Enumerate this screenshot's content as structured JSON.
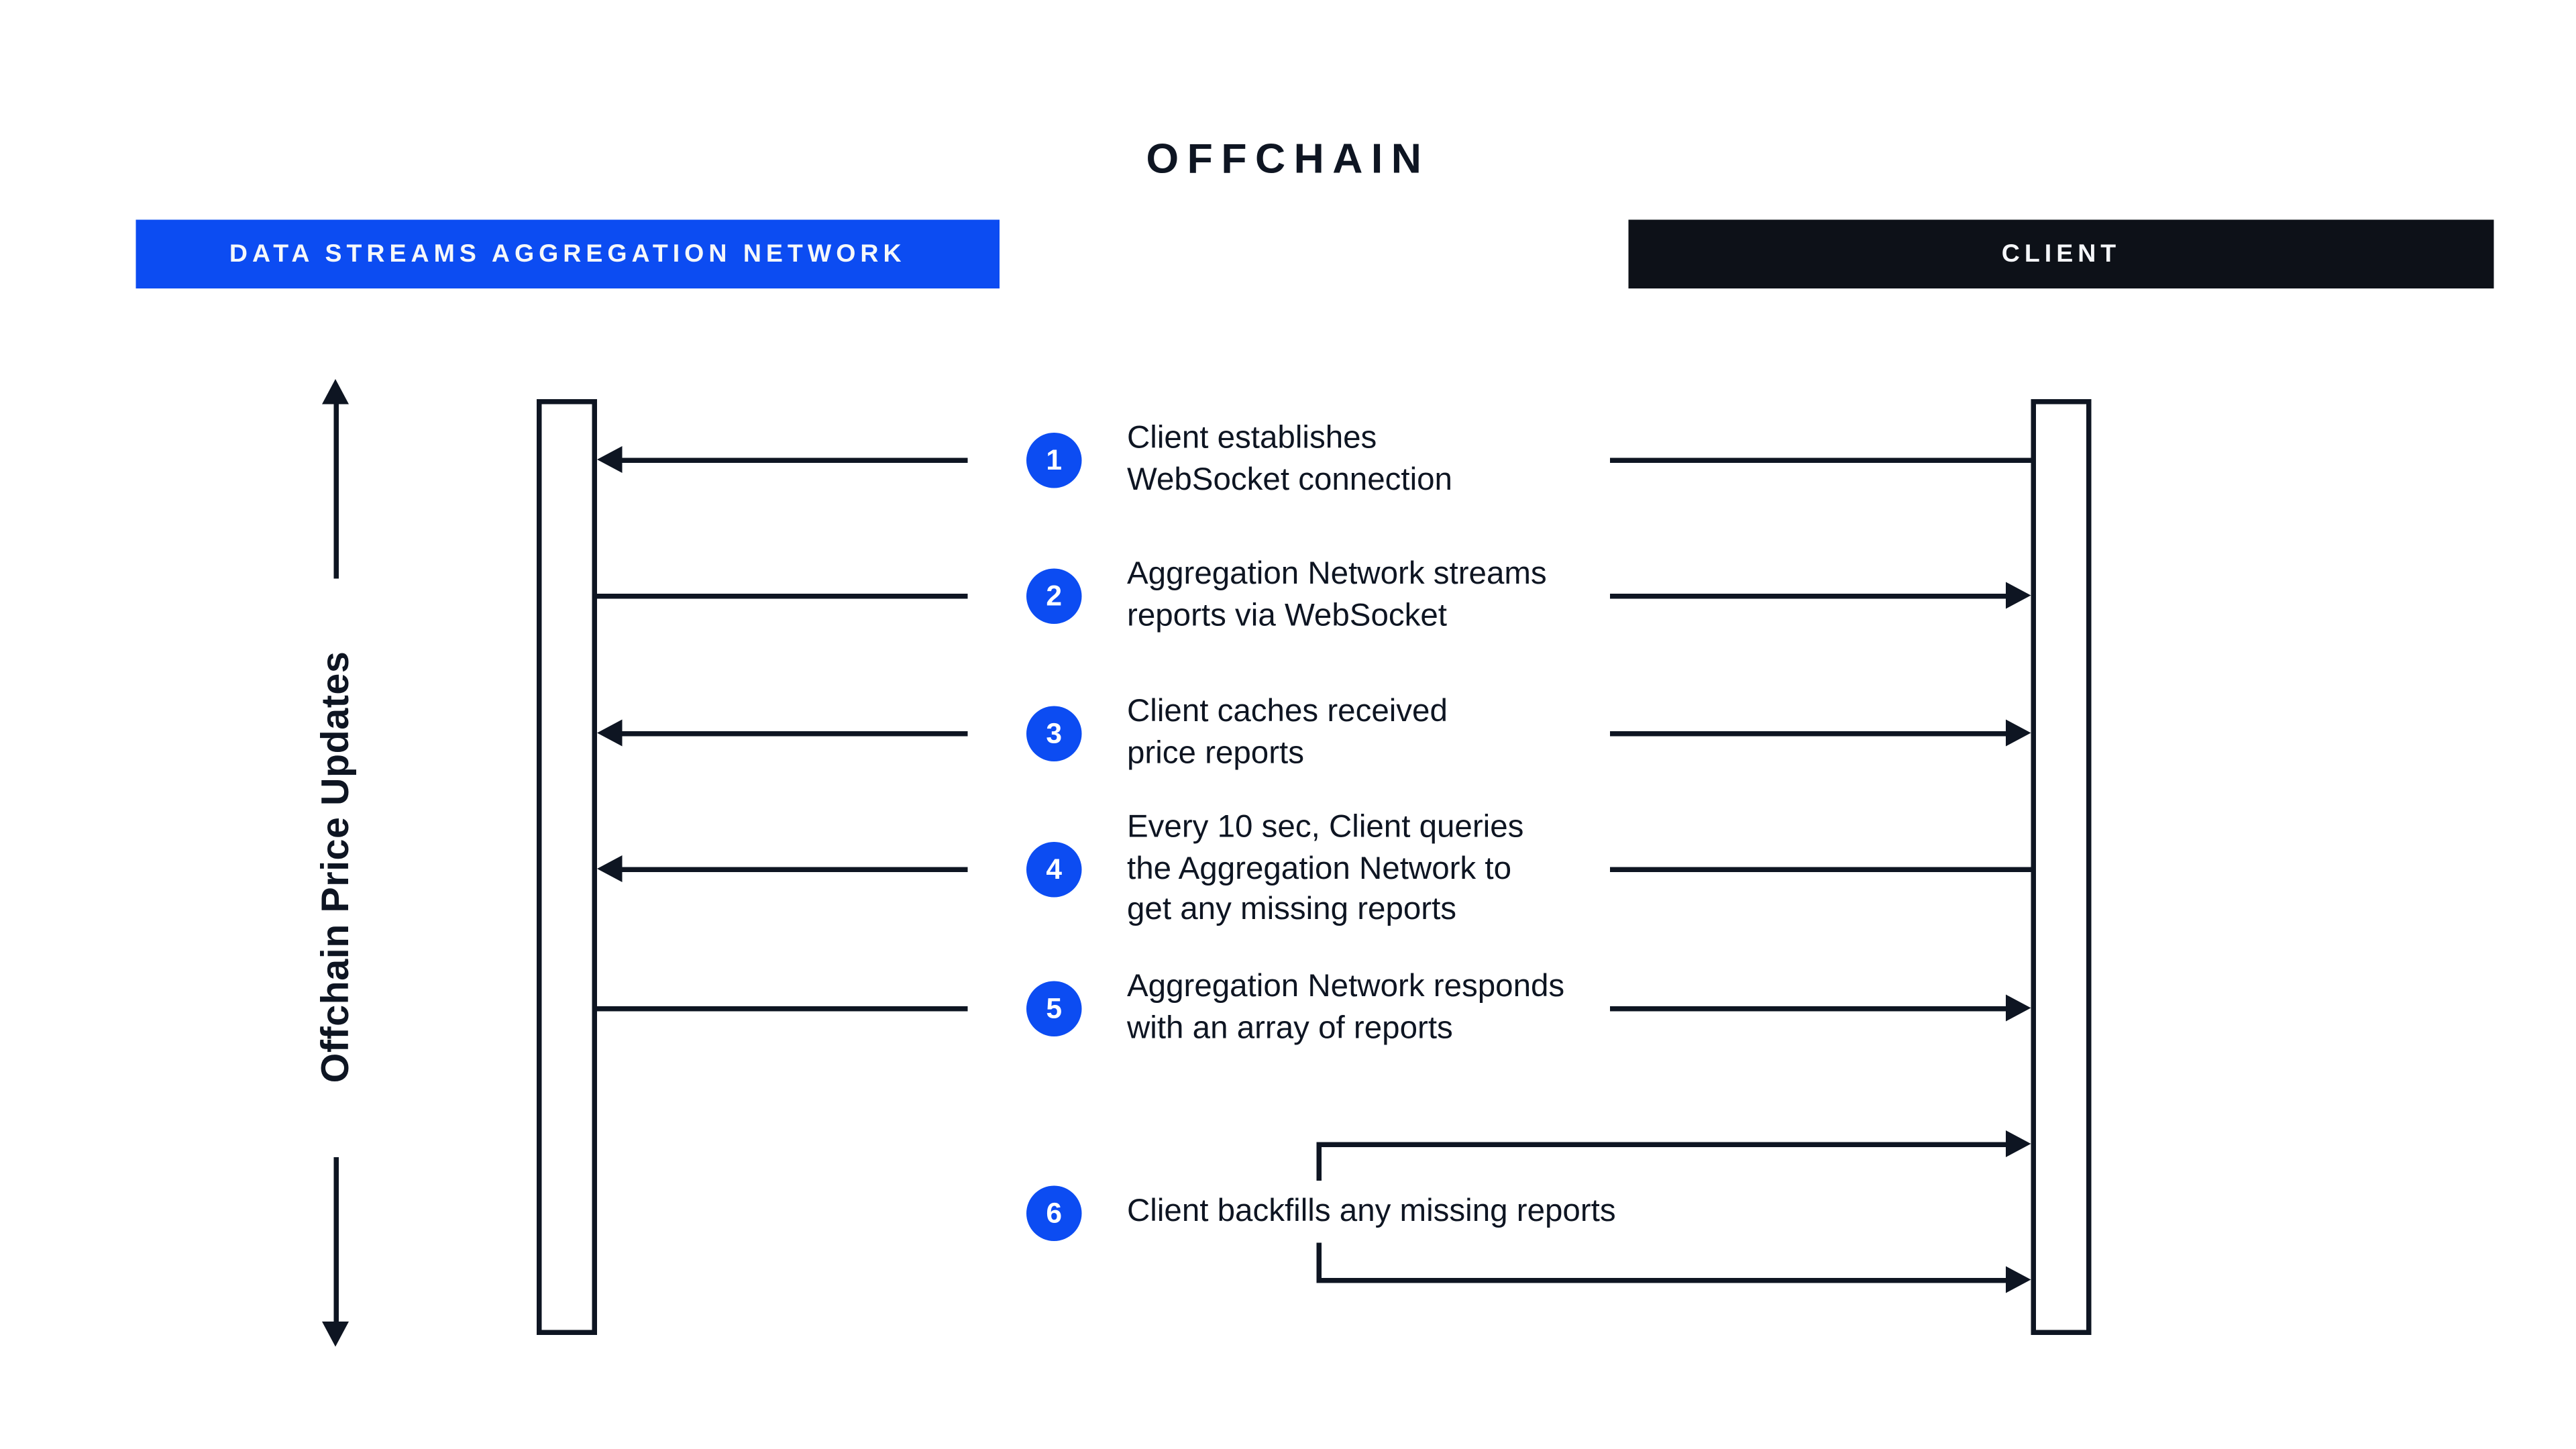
{
  "title": "OFFCHAIN",
  "actors": {
    "network": {
      "label": "DATA STREAMS AGGREGATION NETWORK"
    },
    "client": {
      "label": "CLIENT"
    }
  },
  "side_label": "Offchain Price Updates",
  "steps": [
    {
      "num": "1",
      "text": "Client establishes\nWebSocket connection",
      "from": "Client",
      "to": "Data Streams Aggregation Network"
    },
    {
      "num": "2",
      "text": "Aggregation Network streams\nreports via WebSocket",
      "from": "Data Streams Aggregation Network",
      "to": "Client"
    },
    {
      "num": "3",
      "text": "Client caches received\nprice reports",
      "from": "Client",
      "to": "Client"
    },
    {
      "num": "4",
      "text": "Every 10 sec, Client queries\nthe Aggregation Network to\nget any missing reports",
      "from": "Client",
      "to": "Data Streams Aggregation Network"
    },
    {
      "num": "5",
      "text": "Aggregation Network responds\nwith an array of reports",
      "from": "Data Streams Aggregation Network",
      "to": "Client"
    },
    {
      "num": "6",
      "text": "Client backfills any missing reports",
      "from": "Client",
      "to": "Client"
    }
  ],
  "colors": {
    "blue": "#0c4cf2",
    "ink": "#0e1522",
    "dark": "#0d1118",
    "paper": "#ffffff",
    "light": "#f5f7fa"
  }
}
